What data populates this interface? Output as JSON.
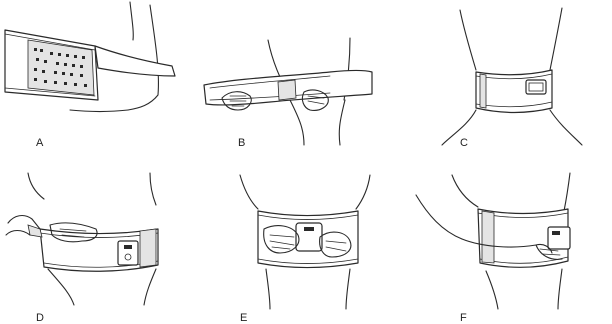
{
  "steps": [
    {
      "label": "A"
    },
    {
      "label": "B"
    },
    {
      "label": "C"
    },
    {
      "label": "D"
    },
    {
      "label": "E"
    },
    {
      "label": "F"
    }
  ]
}
